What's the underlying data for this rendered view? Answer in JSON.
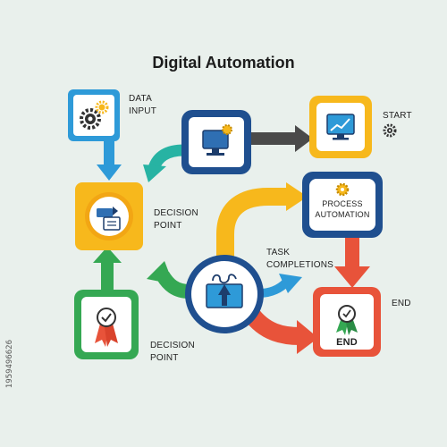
{
  "title": "Digital Automation",
  "labels": {
    "data_input": [
      "DATA",
      "INPUT"
    ],
    "start": "START",
    "decision_point_1": [
      "DECISION",
      "POINT"
    ],
    "process_automation": [
      "PROCESS",
      "AUTOMATION"
    ],
    "task_completions": [
      "TASK",
      "COMPLETIONS"
    ],
    "end_outside": "END",
    "end_inside": "END",
    "decision_point_2": [
      "DECISION",
      "POINT"
    ]
  },
  "watermark": "1959496626",
  "colors": {
    "background": "#e9f0ec",
    "blue": "#2f6fb3",
    "sky": "#2e9ad8",
    "yellow": "#f7b81c",
    "green": "#35a853",
    "teal": "#27b3a3",
    "orange_red": "#e8533a",
    "dark_gray": "#4a4a4a",
    "navy": "#1f3d73"
  },
  "icons": [
    "gear-icon",
    "monitor-gear-icon",
    "chart-monitor-icon",
    "small-gear-icon",
    "document-transfer-icon",
    "process-gear-icon",
    "automation-hub-icon",
    "award-ribbon-icon",
    "badge-ribbon-icon"
  ]
}
